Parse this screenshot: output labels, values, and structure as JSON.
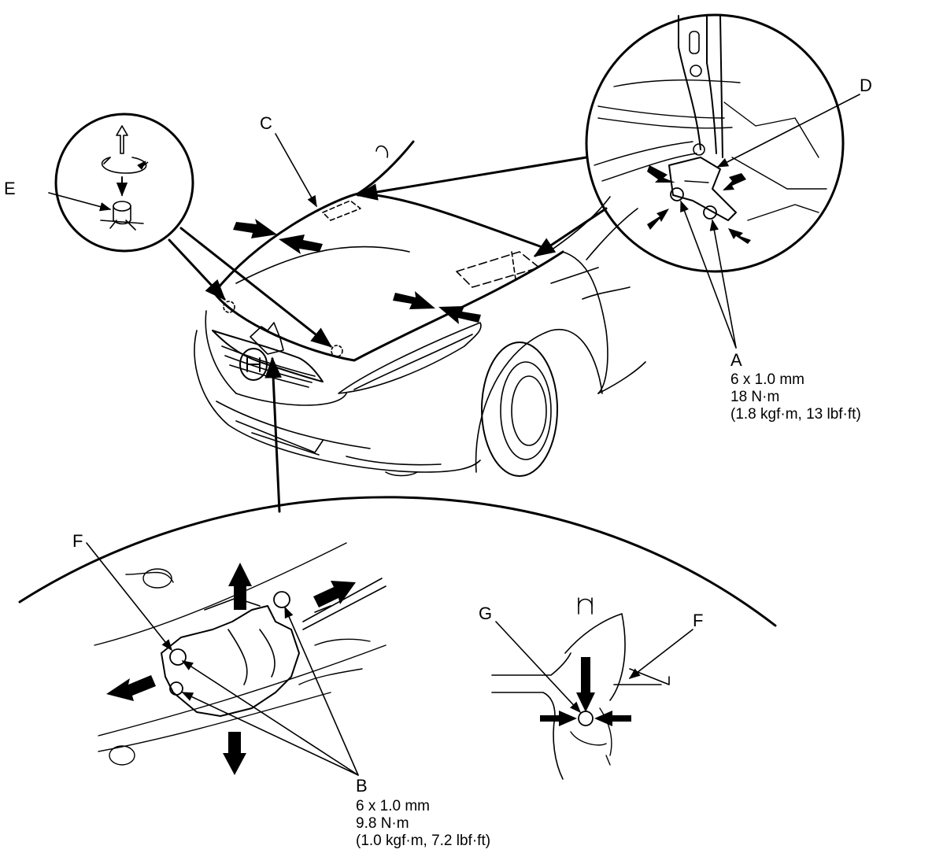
{
  "callouts": {
    "a": "A",
    "b": "B",
    "c": "C",
    "d": "D",
    "e": "E",
    "f_left": "F",
    "f_right": "F",
    "g": "G"
  },
  "specs": {
    "a": {
      "size": "6 x 1.0 mm",
      "torque": "18 N·m",
      "alt": "(1.8 kgf·m, 13 lbf·ft)"
    },
    "b": {
      "size": "6 x 1.0 mm",
      "torque": "9.8 N·m",
      "alt": "(1.0 kgf·m, 7.2 lbf·ft)"
    }
  },
  "colors": {
    "ink": "#000000",
    "paper": "#ffffff"
  },
  "icons": [
    "rotate-arrows-icon",
    "adjust-arrow-icon"
  ]
}
